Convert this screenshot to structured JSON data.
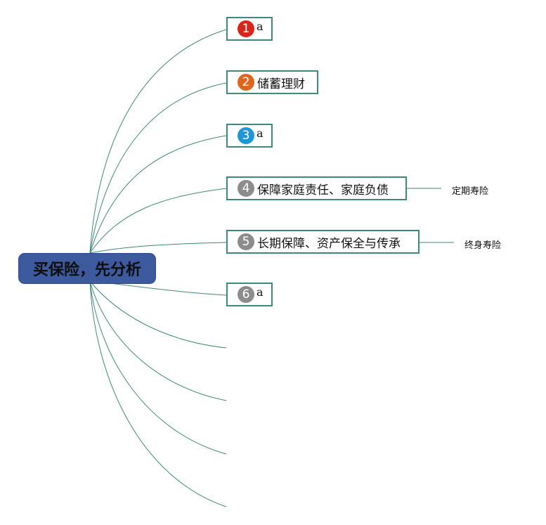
{
  "diagram": {
    "root": {
      "label": "买保险，先分析"
    },
    "branches": [
      {
        "number": "1",
        "label": "a",
        "badge_color": "#d9261c"
      },
      {
        "number": "2",
        "label": "储蓄理财",
        "badge_color": "#e0651c"
      },
      {
        "number": "3",
        "label": "a",
        "badge_color": "#1f97d6"
      },
      {
        "number": "4",
        "label": "保障家庭责任、家庭负债",
        "badge_color": "#8c8c8c",
        "child": "定期寿险"
      },
      {
        "number": "5",
        "label": "长期保障、资产保全与传承",
        "badge_color": "#8c8c8c",
        "child": "终身寿险"
      },
      {
        "number": "6",
        "label": "a",
        "badge_color": "#8c8c8c"
      }
    ],
    "colors": {
      "line": "#3f8779",
      "root_fill": "#3d5a9e",
      "node_border": "#3f8779"
    }
  }
}
